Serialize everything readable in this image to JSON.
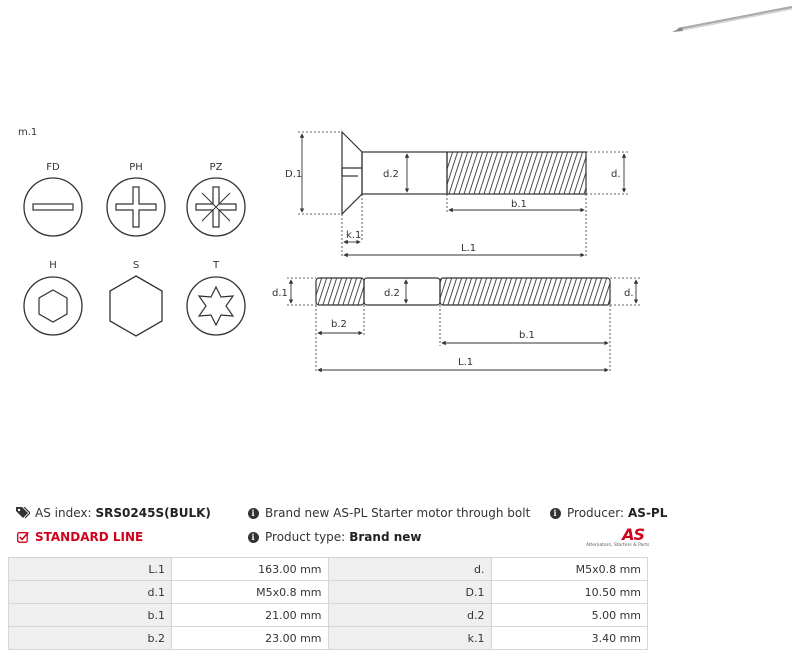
{
  "drawing": {
    "m_label": "m.1",
    "head_types": [
      {
        "code": "FD",
        "icon": "slot-head-icon"
      },
      {
        "code": "PH",
        "icon": "phillips-head-icon"
      },
      {
        "code": "PZ",
        "icon": "pozidriv-head-icon"
      },
      {
        "code": "H",
        "icon": "hex-socket-head-icon"
      },
      {
        "code": "S",
        "icon": "hex-head-icon"
      },
      {
        "code": "T",
        "icon": "torx-head-icon"
      }
    ],
    "bolt_top_labels": {
      "D1": "D.1",
      "d2": "d.2",
      "d": "d.",
      "b1": "b.1",
      "k1": "k.1",
      "L1": "L.1"
    },
    "bolt_bottom_labels": {
      "d1": "d.1",
      "d2": "d.2",
      "d": "d.",
      "b2": "b.2",
      "b1": "b.1",
      "L1": "L.1"
    }
  },
  "info": {
    "as_index_label": "AS index:",
    "as_index_value": "SRS0245S(BULK)",
    "line_label": "STANDARD LINE",
    "description": "Brand new AS-PL Starter motor through bolt",
    "product_type_label": "Product type:",
    "product_type_value": "Brand new",
    "producer_label": "Producer:",
    "producer_value": "AS-PL",
    "logo_text": "AS",
    "logo_tagline": "Alternators, Starters & Parts",
    "accent_color": "#d0021b"
  },
  "specs": [
    [
      {
        "k": "L.1",
        "v": "163.00 mm"
      },
      {
        "k": "d.",
        "v": "M5x0.8 mm"
      }
    ],
    [
      {
        "k": "d.1",
        "v": "M5x0.8 mm"
      },
      {
        "k": "D.1",
        "v": "10.50 mm"
      }
    ],
    [
      {
        "k": "b.1",
        "v": "21.00 mm"
      },
      {
        "k": "d.2",
        "v": "5.00 mm"
      }
    ],
    [
      {
        "k": "b.2",
        "v": "23.00 mm"
      },
      {
        "k": "k.1",
        "v": "3.40 mm"
      }
    ]
  ]
}
